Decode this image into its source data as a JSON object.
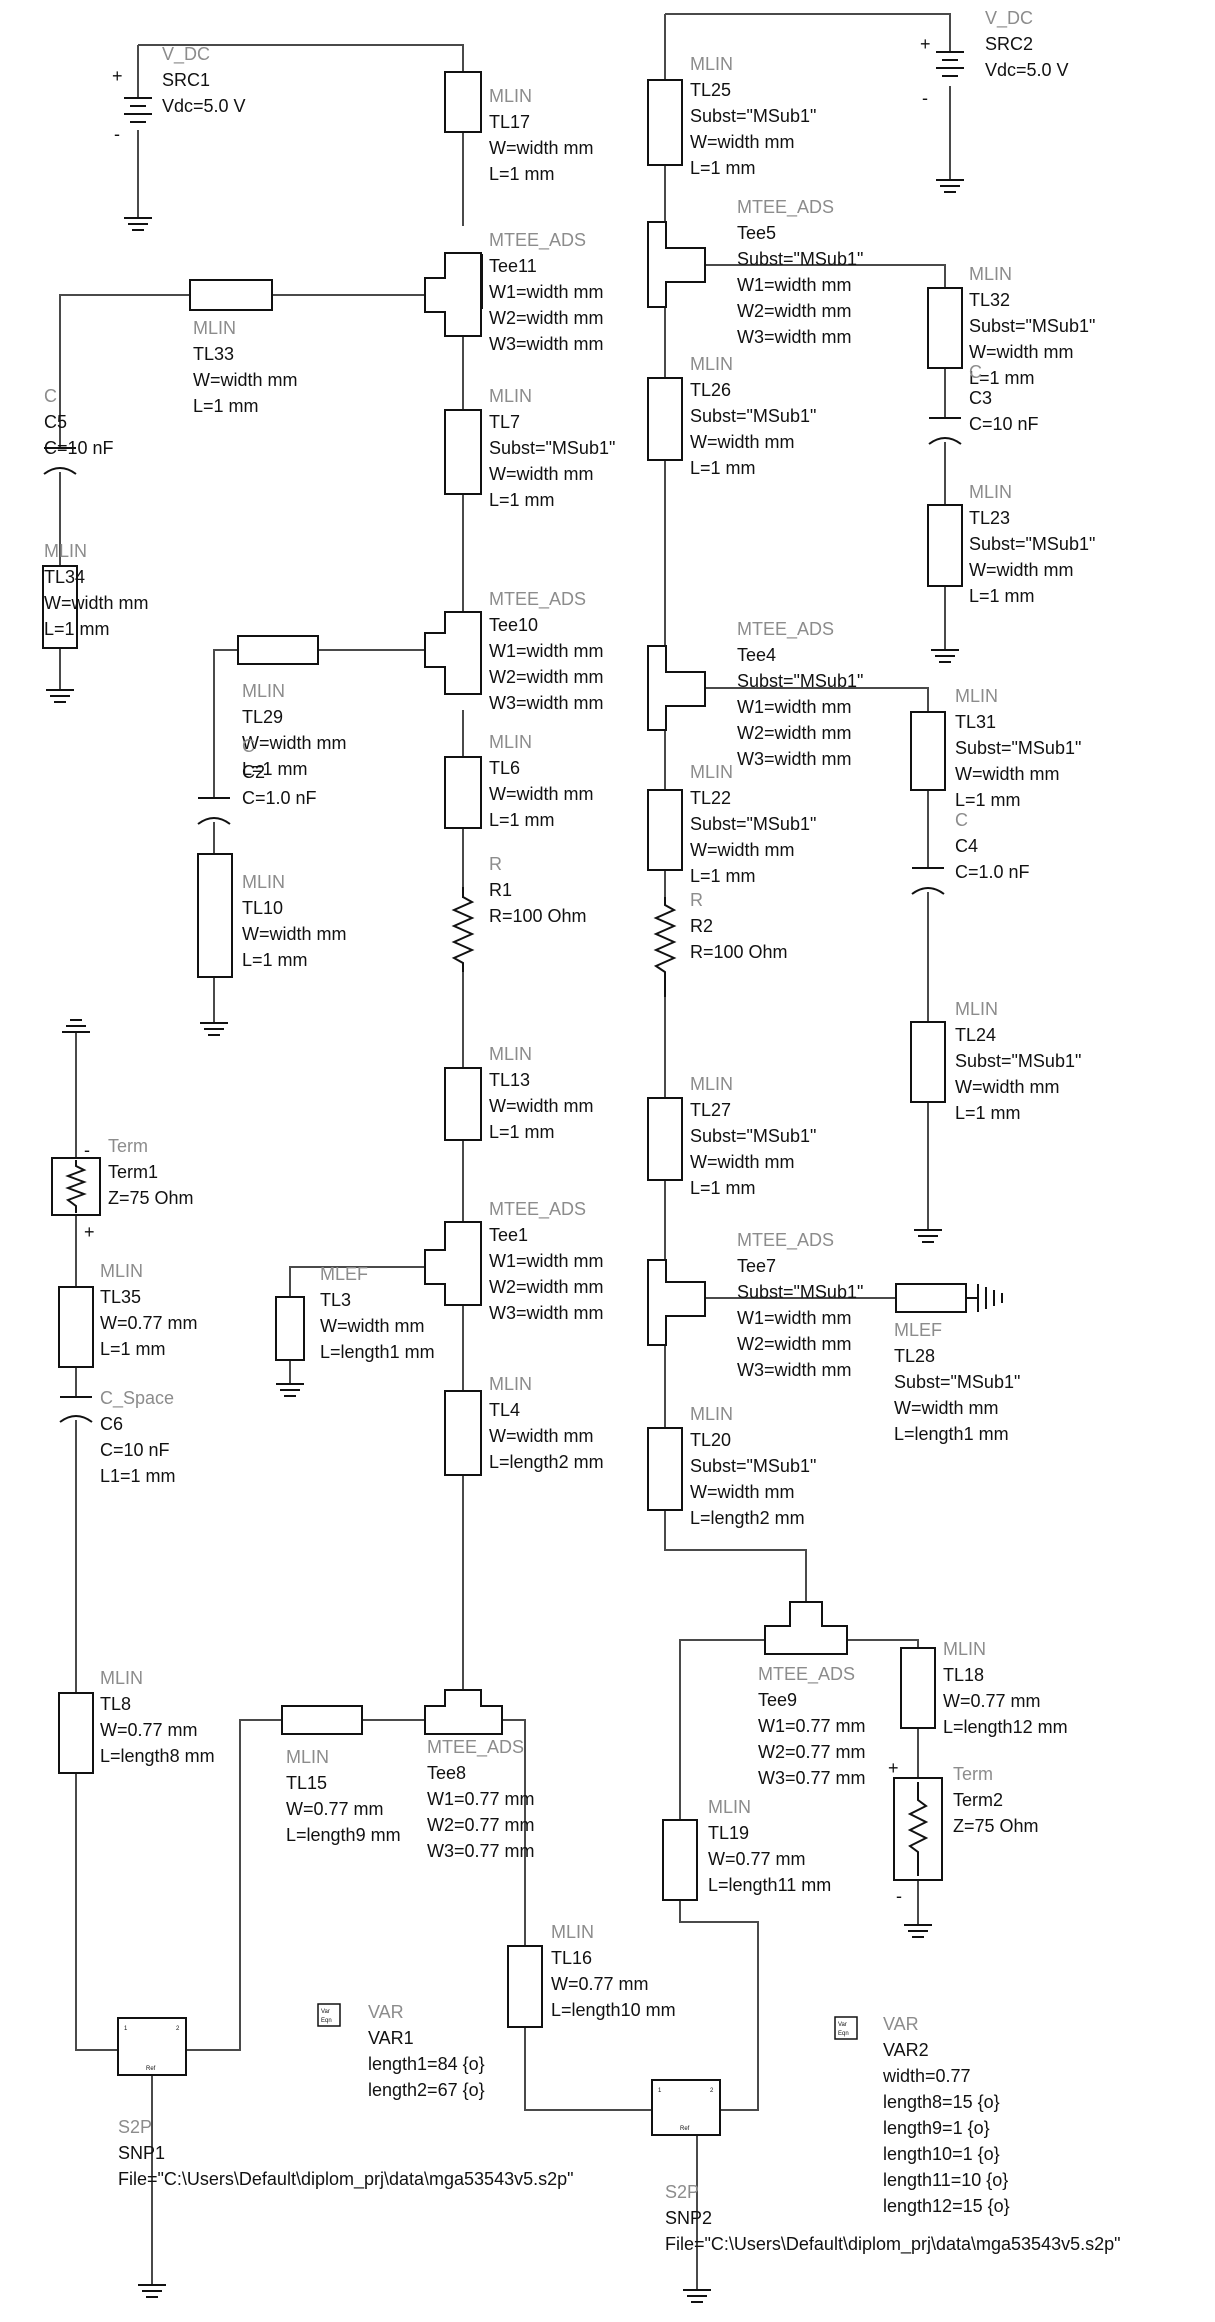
{
  "components": {
    "src1": {
      "type": "V_DC",
      "lines": [
        "SRC1",
        "Vdc=5.0 V"
      ]
    },
    "src2": {
      "type": "V_DC",
      "lines": [
        "SRC2",
        "Vdc=5.0 V"
      ]
    },
    "tl17": {
      "type": "MLIN",
      "lines": [
        "TL17",
        "W=width mm",
        "L=1 mm"
      ]
    },
    "tee11": {
      "type": "MTEE_ADS",
      "lines": [
        "Tee11",
        "W1=width mm",
        "W2=width mm",
        "W3=width mm"
      ]
    },
    "tl33": {
      "type": "MLIN",
      "lines": [
        "TL33",
        "W=width mm",
        "L=1 mm"
      ]
    },
    "c5": {
      "type": "C",
      "lines": [
        "C5",
        "C=10 nF"
      ]
    },
    "tl34": {
      "type": "MLIN",
      "lines": [
        "TL34",
        "W=width mm",
        "L=1 mm"
      ]
    },
    "tl7": {
      "type": "MLIN",
      "lines": [
        "TL7",
        "Subst=\"MSub1\"",
        "W=width mm",
        "L=1 mm"
      ]
    },
    "tee10": {
      "type": "MTEE_ADS",
      "lines": [
        "Tee10",
        "W1=width mm",
        "W2=width mm",
        "W3=width mm"
      ]
    },
    "tl29": {
      "type": "MLIN",
      "lines": [
        "TL29",
        "W=width mm",
        "L=1 mm"
      ]
    },
    "c2": {
      "type": "C",
      "lines": [
        "C2",
        "C=1.0 nF"
      ]
    },
    "tl10": {
      "type": "MLIN",
      "lines": [
        "TL10",
        "W=width mm",
        "L=1 mm"
      ]
    },
    "tl6": {
      "type": "MLIN",
      "lines": [
        "TL6",
        "W=width mm",
        "L=1 mm"
      ]
    },
    "r1": {
      "type": "R",
      "lines": [
        "R1",
        "R=100 Ohm"
      ]
    },
    "tl13": {
      "type": "MLIN",
      "lines": [
        "TL13",
        "W=width mm",
        "L=1 mm"
      ]
    },
    "tee1": {
      "type": "MTEE_ADS",
      "lines": [
        "Tee1",
        "W1=width mm",
        "W2=width mm",
        "W3=width mm"
      ]
    },
    "tl3": {
      "type": "MLEF",
      "lines": [
        "TL3",
        "W=width mm",
        "L=length1 mm"
      ]
    },
    "tl4": {
      "type": "MLIN",
      "lines": [
        "TL4",
        "W=width mm",
        "L=length2 mm"
      ]
    },
    "term1": {
      "type": "Term",
      "lines": [
        "Term1",
        "Z=75 Ohm"
      ]
    },
    "tl35": {
      "type": "MLIN",
      "lines": [
        "TL35",
        "W=0.77 mm",
        "L=1 mm"
      ]
    },
    "c6": {
      "type": "C_Space",
      "lines": [
        "C6",
        "C=10 nF",
        "L1=1 mm"
      ]
    },
    "tl8": {
      "type": "MLIN",
      "lines": [
        "TL8",
        "W=0.77 mm",
        "L=length8 mm"
      ]
    },
    "tl15": {
      "type": "MLIN",
      "lines": [
        "TL15",
        "W=0.77 mm",
        "L=length9 mm"
      ]
    },
    "tee8": {
      "type": "MTEE_ADS",
      "lines": [
        "Tee8",
        "W1=0.77 mm",
        "W2=0.77 mm",
        "W3=0.77 mm"
      ]
    },
    "tl16": {
      "type": "MLIN",
      "lines": [
        "TL16",
        "W=0.77 mm",
        "L=length10 mm"
      ]
    },
    "var1": {
      "type": "VAR",
      "lines": [
        "VAR1",
        "length1=84 {o}",
        "length2=67 {o}"
      ]
    },
    "snp1": {
      "type": "S2P",
      "lines": [
        "SNP1",
        "File=\"C:\\Users\\Default\\diplom_prj\\data\\mga53543v5.s2p\""
      ]
    },
    "tl25": {
      "type": "MLIN",
      "lines": [
        "TL25",
        "Subst=\"MSub1\"",
        "W=width mm",
        "L=1 mm"
      ]
    },
    "tee5": {
      "type": "MTEE_ADS",
      "lines": [
        "Tee5",
        "Subst=\"MSub1\"",
        "W1=width mm",
        "W2=width mm",
        "W3=width mm"
      ]
    },
    "tl32": {
      "type": "MLIN",
      "lines": [
        "TL32",
        "Subst=\"MSub1\"",
        "W=width mm",
        "L=1 mm"
      ]
    },
    "c3": {
      "type": "C",
      "lines": [
        "C3",
        "C=10 nF"
      ]
    },
    "tl23": {
      "type": "MLIN",
      "lines": [
        "TL23",
        "Subst=\"MSub1\"",
        "W=width mm",
        "L=1 mm"
      ]
    },
    "tl26": {
      "type": "MLIN",
      "lines": [
        "TL26",
        "Subst=\"MSub1\"",
        "W=width mm",
        "L=1 mm"
      ]
    },
    "tee4": {
      "type": "MTEE_ADS",
      "lines": [
        "Tee4",
        "Subst=\"MSub1\"",
        "W1=width mm",
        "W2=width mm",
        "W3=width mm"
      ]
    },
    "tl31": {
      "type": "MLIN",
      "lines": [
        "TL31",
        "Subst=\"MSub1\"",
        "W=width mm",
        "L=1 mm"
      ]
    },
    "c4": {
      "type": "C",
      "lines": [
        "C4",
        "C=1.0 nF"
      ]
    },
    "tl24": {
      "type": "MLIN",
      "lines": [
        "TL24",
        "Subst=\"MSub1\"",
        "W=width mm",
        "L=1 mm"
      ]
    },
    "tl22": {
      "type": "MLIN",
      "lines": [
        "TL22",
        "Subst=\"MSub1\"",
        "W=width mm",
        "L=1 mm"
      ]
    },
    "r2": {
      "type": "R",
      "lines": [
        "R2",
        "R=100 Ohm"
      ]
    },
    "tl27": {
      "type": "MLIN",
      "lines": [
        "TL27",
        "Subst=\"MSub1\"",
        "W=width mm",
        "L=1 mm"
      ]
    },
    "tee7": {
      "type": "MTEE_ADS",
      "lines": [
        "Tee7",
        "Subst=\"MSub1\"",
        "W1=width mm",
        "W2=width mm",
        "W3=width mm"
      ]
    },
    "tl28": {
      "type": "MLEF",
      "lines": [
        "TL28",
        "Subst=\"MSub1\"",
        "W=width mm",
        "L=length1 mm"
      ]
    },
    "tl20": {
      "type": "MLIN",
      "lines": [
        "TL20",
        "Subst=\"MSub1\"",
        "W=width mm",
        "L=length2 mm"
      ]
    },
    "tee9": {
      "type": "MTEE_ADS",
      "lines": [
        "Tee9",
        "W1=0.77 mm",
        "W2=0.77 mm",
        "W3=0.77 mm"
      ]
    },
    "tl18": {
      "type": "MLIN",
      "lines": [
        "TL18",
        "W=0.77 mm",
        "L=length12 mm"
      ]
    },
    "term2": {
      "type": "Term",
      "lines": [
        "Term2",
        "Z=75 Ohm"
      ]
    },
    "tl19": {
      "type": "MLIN",
      "lines": [
        "TL19",
        "W=0.77 mm",
        "L=length11 mm"
      ]
    },
    "var2": {
      "type": "VAR",
      "lines": [
        "VAR2",
        "width=0.77",
        "length8=15 {o}",
        "length9=1 {o}",
        "length10=1 {o}",
        "length11=10 {o}",
        "length12=15 {o}"
      ]
    },
    "snp2": {
      "type": "S2P",
      "lines": [
        "SNP2",
        "File=\"C:\\Users\\Default\\diplom_prj\\data\\mga53543v5.s2p\""
      ]
    }
  },
  "symbols": {
    "var_icon_top": "Var",
    "var_icon_bottom": "Eqn",
    "snp_port1": "1",
    "snp_port2": "2",
    "snp_ref": "Ref",
    "plus": "+",
    "minus": "-"
  }
}
